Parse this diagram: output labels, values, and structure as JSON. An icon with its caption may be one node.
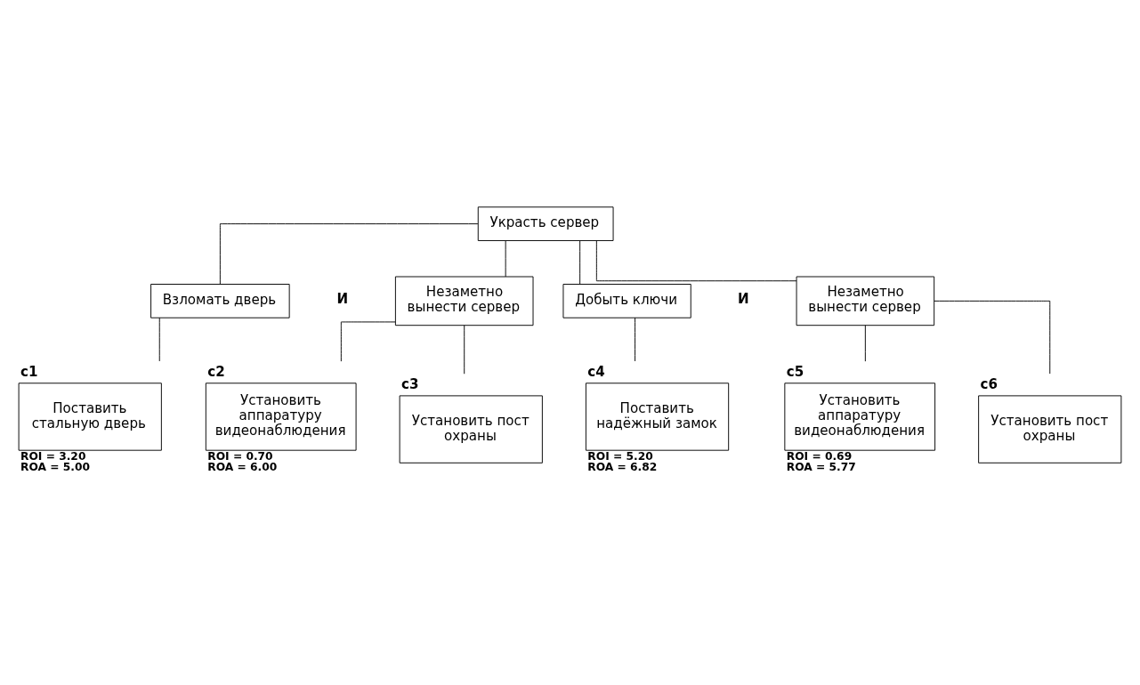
{
  "diagram": {
    "nodes": [
      {
        "text": [
          "Украсть сервер"
        ]
      },
      {
        "text": [
          "Взломать дверь"
        ]
      },
      {
        "text": [
          "Незаметно вынести сервер"
        ]
      },
      {
        "text": [
          "Добыть ключи"
        ]
      },
      {
        "text": [
          "Незаметно вынести сервер"
        ]
      },
      {
        "text": [
          "Поставить стальную дверь"
        ],
        "beside": [
          "c1",
          "ROI = 3.20",
          "ROA = 5.00"
        ]
      },
      {
        "text": [
          "Установить аппаратуру видеонаблюдения"
        ],
        "beside": [
          "c2",
          "ROI = 0.70",
          "ROA = 6.00"
        ]
      },
      {
        "text": [
          "Установить пост охраны"
        ],
        "beside": [
          "c3"
        ]
      },
      {
        "text": [
          "Поставить надёжный замок"
        ],
        "beside": [
          "c4",
          "ROI = 5.20",
          "ROA = 6.82"
        ]
      },
      {
        "text": [
          "Установить аппаратуру видеонаблюдения"
        ],
        "beside": [
          "c5",
          "ROI = 0.69",
          "ROA = 5.77"
        ]
      },
      {
        "text": [
          "Установить пост охраны"
        ],
        "beside": [
          "c6"
        ]
      }
    ],
    "edges": [
      {
        "from": 0,
        "to": 1,
        "arrow": "none"
      },
      {
        "from": 0,
        "to": 2,
        "arrow": "none"
      },
      {
        "from": 0,
        "to": 3,
        "arrow": "none"
      },
      {
        "from": 0,
        "to": 4,
        "arrow": "none"
      },
      {
        "from": 1,
        "to": 5,
        "arrow": "none"
      },
      {
        "from": 2,
        "to": 6,
        "arrow": "none"
      },
      {
        "from": 2,
        "to": 7,
        "arrow": "none"
      },
      {
        "from": 3,
        "to": 8,
        "arrow": "none"
      },
      {
        "from": 4,
        "to": 9,
        "arrow": "none"
      },
      {
        "from": 4,
        "to": 10,
        "arrow": "none"
      }
    ],
    "labels": [
      "И",
      "И"
    ]
  }
}
